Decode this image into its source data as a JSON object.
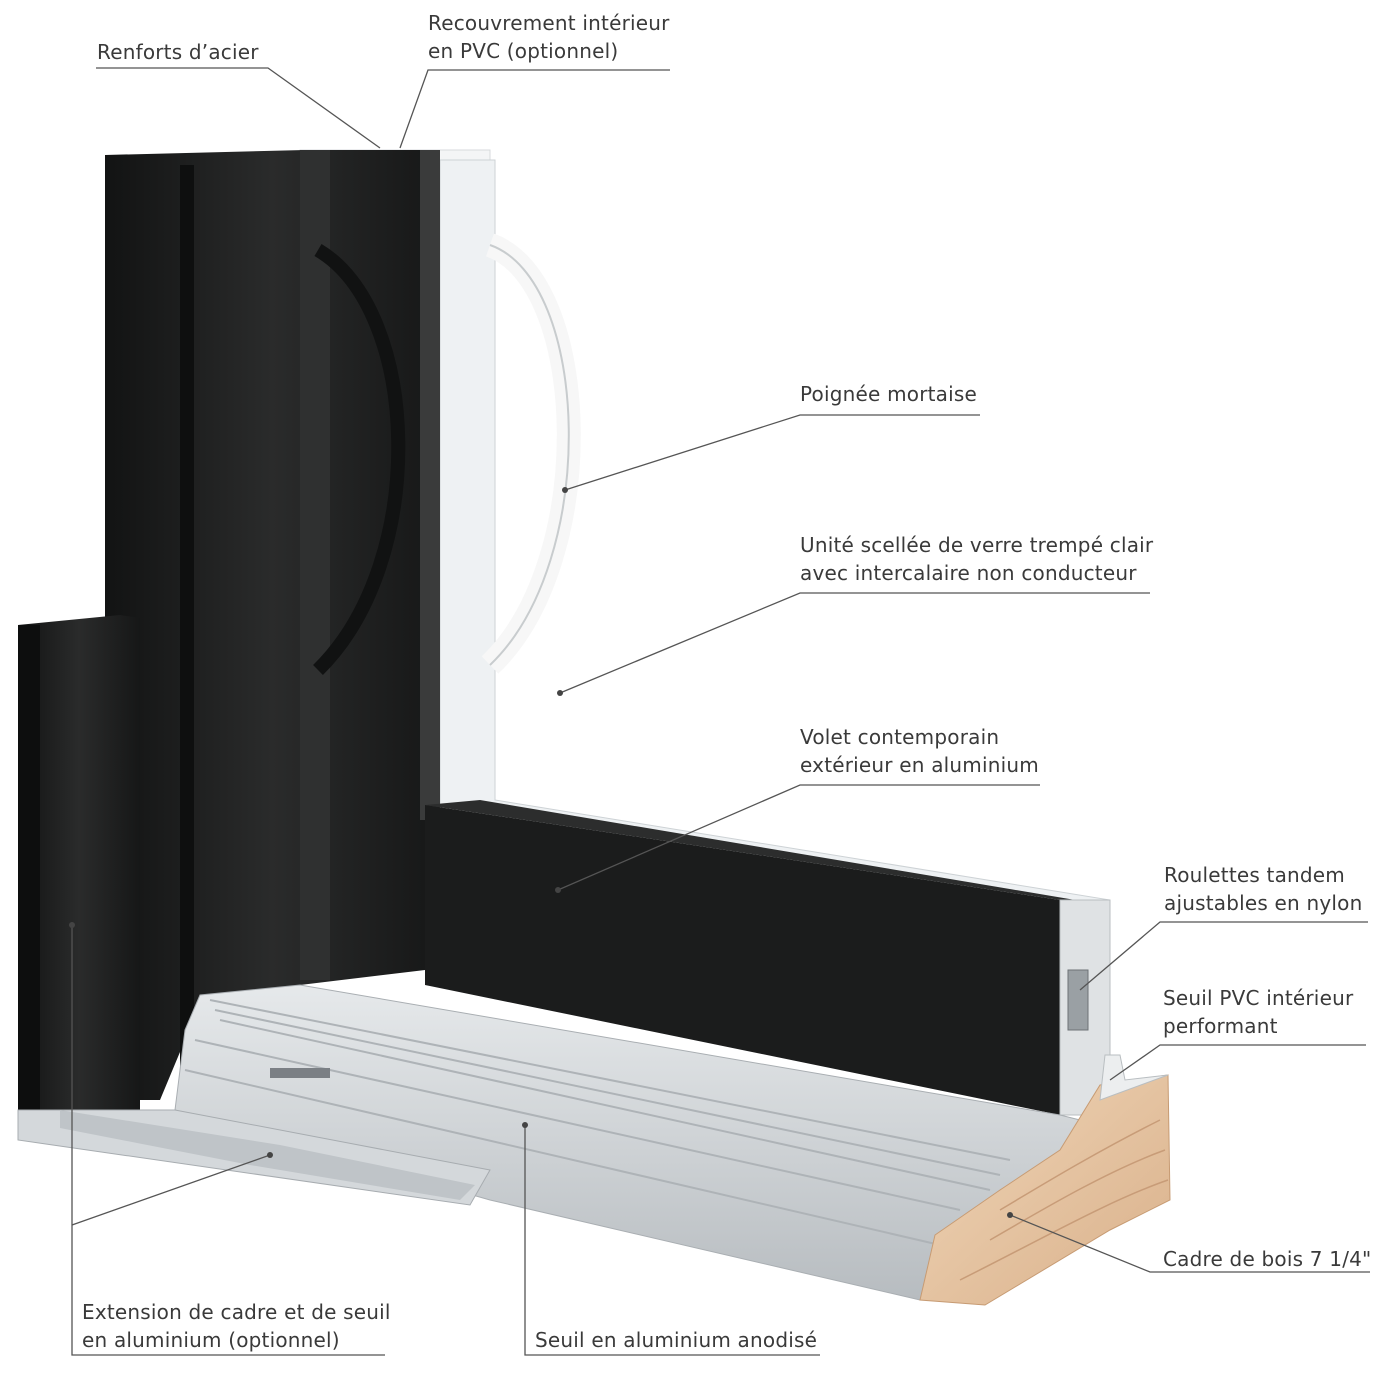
{
  "labels": {
    "renforts": [
      "Renforts d’acier"
    ],
    "recouvrement": [
      "Recouvrement intérieur",
      "en PVC (optionnel)"
    ],
    "poignee": [
      "Poignée mortaise"
    ],
    "unite": [
      "Unité scellée de verre trempé clair",
      "avec intercalaire non conducteur"
    ],
    "volet": [
      "Volet contemporain",
      "extérieur en aluminium"
    ],
    "roulettes": [
      "Roulettes tandem",
      "ajustables en nylon"
    ],
    "seuil_pvc": [
      "Seuil PVC intérieur",
      "performant"
    ],
    "cadre_bois": [
      "Cadre de bois 7 1/4\""
    ],
    "extension": [
      "Extension de cadre et de seuil",
      "en aluminium (optionnel)"
    ],
    "seuil_alu": [
      "Seuil en aluminium anodisé"
    ]
  },
  "colors": {
    "frame_dark": "#1e1f1f",
    "aluminium": "#cfd3d6",
    "wood": "#e8c9a8",
    "glass": "#f2f4f5",
    "leader_line": "#555555",
    "text": "#3a3a3a"
  }
}
